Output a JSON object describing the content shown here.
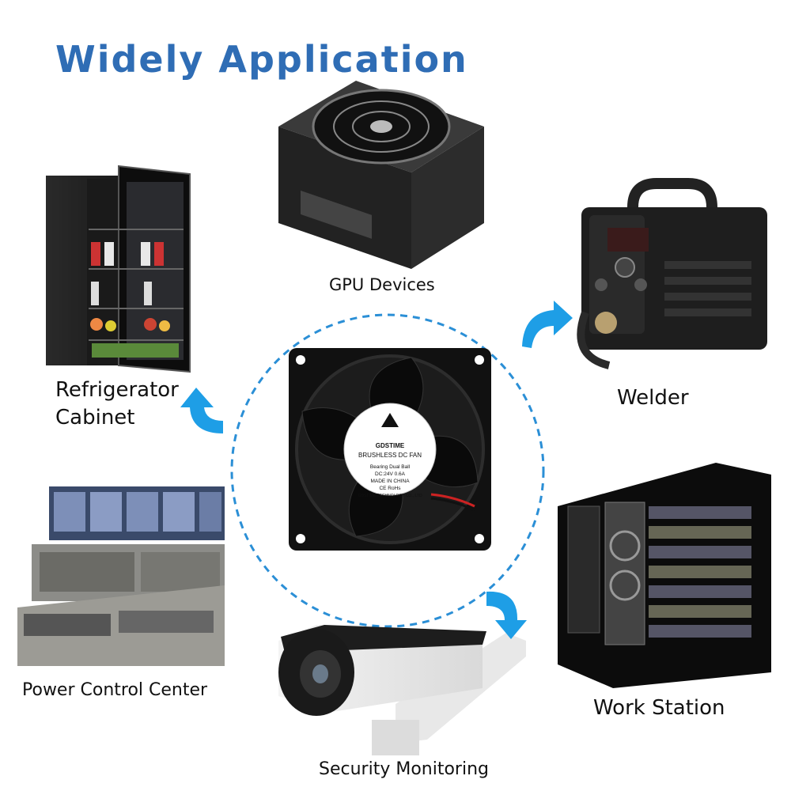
{
  "title": "Widely Application",
  "applications": {
    "gpu": "GPU Devices",
    "fridge_line1": "Refrigerator",
    "fridge_line2": "Cabinet",
    "welder": "Welder",
    "power": "Power Control Center",
    "workstation": "Work Station",
    "security": "Security Monitoring"
  },
  "fan": {
    "brand": "GDSTIME",
    "model": "BRUSHLESS DC FAN",
    "bearing": "Bearing Dual Ball",
    "rating": "DC:24V  0.6A",
    "origin": "MADE IN CHINA",
    "cert": "CE  RoHs",
    "company": "GDSTIME TECHNOLOGY CO., LTD"
  },
  "colors": {
    "accent": "#2f6db5",
    "arrow": "#1e9ee6",
    "circle": "#2b8fd6"
  },
  "icons": [
    "power-supply-icon",
    "refrigerator-icon",
    "welder-icon",
    "control-room-icon",
    "mining-rig-icon",
    "security-camera-icon",
    "cooling-fan-icon",
    "curved-arrow-icon"
  ]
}
